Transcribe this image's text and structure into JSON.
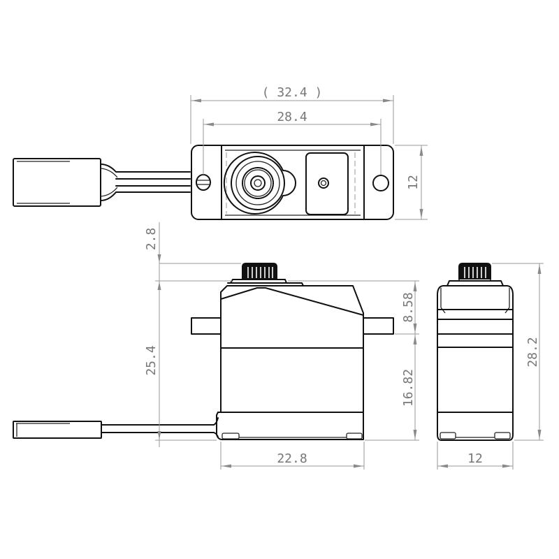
{
  "drawing": {
    "title": "Servo dimension drawing",
    "units": "mm",
    "views": {
      "top": {
        "dimensions": {
          "overall_length": "( 32.4 )",
          "mount_hole_spacing": "28.4",
          "width": "12"
        }
      },
      "front": {
        "dimensions": {
          "spline_height": "2.8",
          "upper_case_height": "8.58",
          "total_height": "25.4",
          "lower_case_height": "16.82",
          "case_length": "22.8"
        }
      },
      "side": {
        "dimensions": {
          "overall_height": "28.2",
          "width": "12"
        }
      }
    },
    "colors": {
      "outline": "#111111",
      "dimension_line": "#9a9a9a",
      "dimension_text": "#777777",
      "background": "#ffffff"
    }
  }
}
